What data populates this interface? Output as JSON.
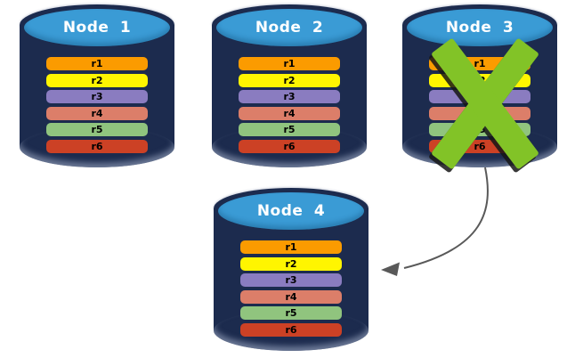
{
  "nodes": [
    {
      "title": "Node 1",
      "failed": false,
      "rows": [
        "r1",
        "r2",
        "r3",
        "r4",
        "r5",
        "r6"
      ]
    },
    {
      "title": "Node 2",
      "failed": false,
      "rows": [
        "r1",
        "r2",
        "r3",
        "r4",
        "r5",
        "r6"
      ]
    },
    {
      "title": "Node 3",
      "failed": true,
      "rows": [
        "r1",
        "r2",
        "r3",
        "r4",
        "r5",
        "r6"
      ]
    },
    {
      "title": "Node 4",
      "failed": false,
      "rows": [
        "r1",
        "r2",
        "r3",
        "r4",
        "r5",
        "r6"
      ]
    }
  ],
  "row_colors": {
    "r1": "#FB9B00",
    "r2": "#FFF500",
    "r3": "#8A7CC0",
    "r4": "#DC7E69",
    "r5": "#90C47E",
    "r6": "#CC4125"
  },
  "colors": {
    "background": "#FFFFFF",
    "cylinder_body": "#1C2B4E",
    "cylinder_top": "#3A9BD5",
    "title_text": "#FFFFFF",
    "row_label_text": "#000000",
    "failure_x": "#82C327",
    "arrow": "#595959"
  },
  "failure": {
    "node": "Node 3",
    "marker": "green-x-cross"
  },
  "arrow": {
    "from": "Node 3",
    "to": "Node 4"
  }
}
